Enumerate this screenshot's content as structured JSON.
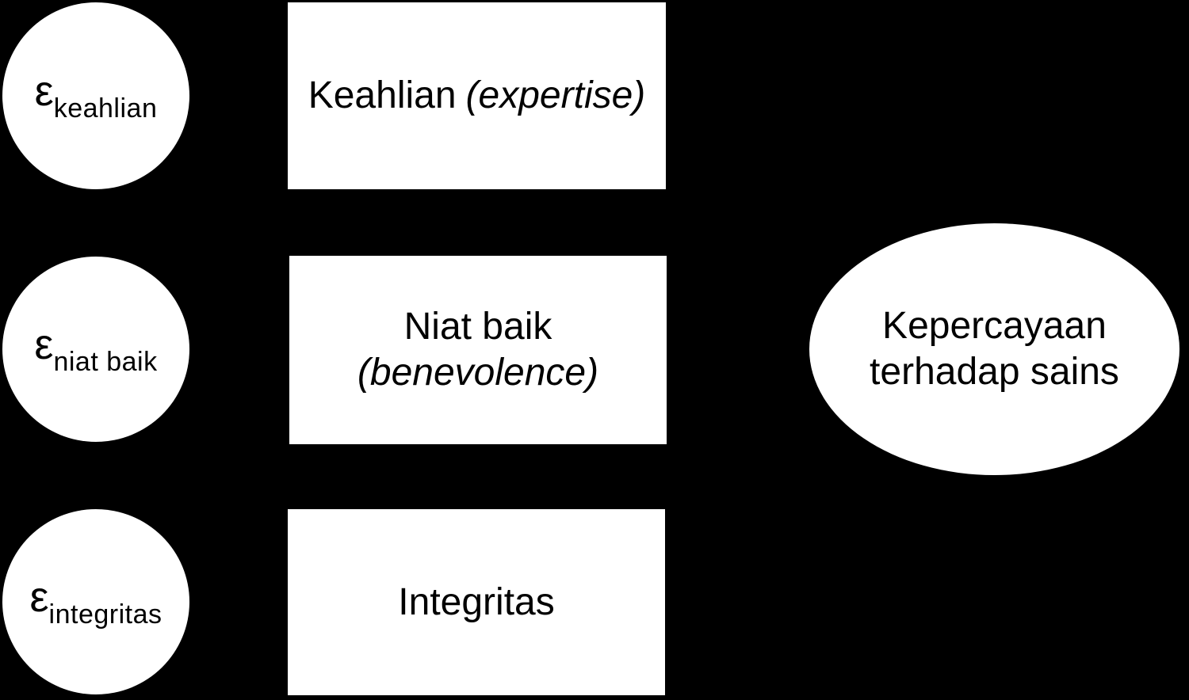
{
  "diagram": {
    "background_color": "#000000",
    "shape_fill_color": "#ffffff",
    "text_color": "#000000",
    "error_terms": [
      {
        "symbol": "ε",
        "subscript": "keahlian"
      },
      {
        "symbol": "ε",
        "subscript": "niat baik"
      },
      {
        "symbol": "ε",
        "subscript": "integritas"
      }
    ],
    "indicators": [
      {
        "name": "Keahlian",
        "paren": "(expertise)"
      },
      {
        "name": "Niat baik",
        "paren": "(benevolence)"
      },
      {
        "name": "Integritas",
        "paren": ""
      }
    ],
    "latent_variable": {
      "line1": "Kepercayaan",
      "line2": "terhadap sains"
    }
  }
}
